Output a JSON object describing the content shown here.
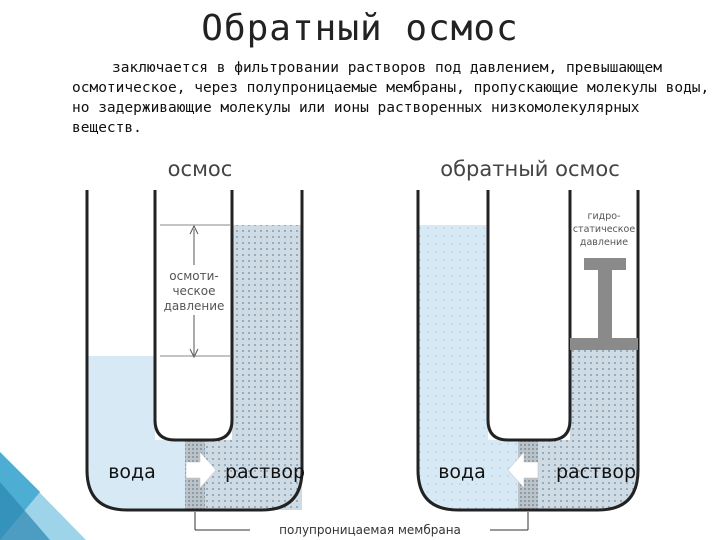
{
  "title": "Обратный осмос",
  "description": "заключается в фильтровании растворов под давлением, превышающем осмотическое, через полупроницаемые мембраны, пропускающие молекулы воды, но задерживающие молекулы или ионы растворенных низкомолекулярных веществ.",
  "left_diagram": {
    "heading": "осмос",
    "pressure_label_lines": [
      "осмоти-",
      "ческое",
      "давление"
    ],
    "water_label": "вода",
    "solution_label": "раствор"
  },
  "right_diagram": {
    "heading": "обратный осмос",
    "pressure_label_lines": [
      "гидро-",
      "статическое",
      "давление"
    ],
    "water_label": "вода",
    "solution_label": "раствор"
  },
  "membrane_label": "полупроницаемая мембрана",
  "colors": {
    "water": "#d6e9f5",
    "solution": "#cfdbe4",
    "piston": "#8a8a8a",
    "corner": "#3a9fc8"
  }
}
